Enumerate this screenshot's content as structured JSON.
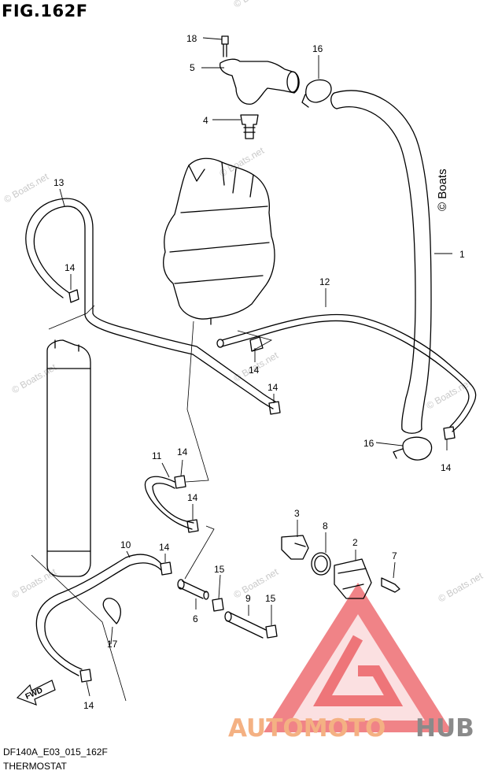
{
  "figure": {
    "title": "FIG.162F",
    "code": "DF140A_E03_015_162F",
    "name": "THERMOSTAT"
  },
  "callouts": [
    {
      "id": "c18",
      "label": "18"
    },
    {
      "id": "c5",
      "label": "5"
    },
    {
      "id": "c16a",
      "label": "16"
    },
    {
      "id": "c4",
      "label": "4"
    },
    {
      "id": "c13",
      "label": "13"
    },
    {
      "id": "c14a",
      "label": "14"
    },
    {
      "id": "c1",
      "label": "1"
    },
    {
      "id": "c12",
      "label": "12"
    },
    {
      "id": "c14b",
      "label": "14"
    },
    {
      "id": "c14c",
      "label": "14"
    },
    {
      "id": "c16b",
      "label": "16"
    },
    {
      "id": "c14d",
      "label": "14"
    },
    {
      "id": "c11",
      "label": "11"
    },
    {
      "id": "c14e",
      "label": "14"
    },
    {
      "id": "c14f",
      "label": "14"
    },
    {
      "id": "c3",
      "label": "3"
    },
    {
      "id": "c8",
      "label": "8"
    },
    {
      "id": "c2",
      "label": "2"
    },
    {
      "id": "c10",
      "label": "10"
    },
    {
      "id": "c14g",
      "label": "14"
    },
    {
      "id": "c7",
      "label": "7"
    },
    {
      "id": "c15a",
      "label": "15"
    },
    {
      "id": "c9",
      "label": "9"
    },
    {
      "id": "c15b",
      "label": "15"
    },
    {
      "id": "c6",
      "label": "6"
    },
    {
      "id": "c17",
      "label": "17"
    },
    {
      "id": "c14h",
      "label": "14"
    }
  ],
  "fwd_label": "FWD",
  "watermark": {
    "text": "© Boats.net",
    "side_text": "© Boats"
  },
  "brand": {
    "part1": "AUTOMOTO",
    "part2": "HUB",
    "color1": "#f4b183",
    "color2": "#8a8a8a",
    "logo_color": "#e31e24"
  }
}
